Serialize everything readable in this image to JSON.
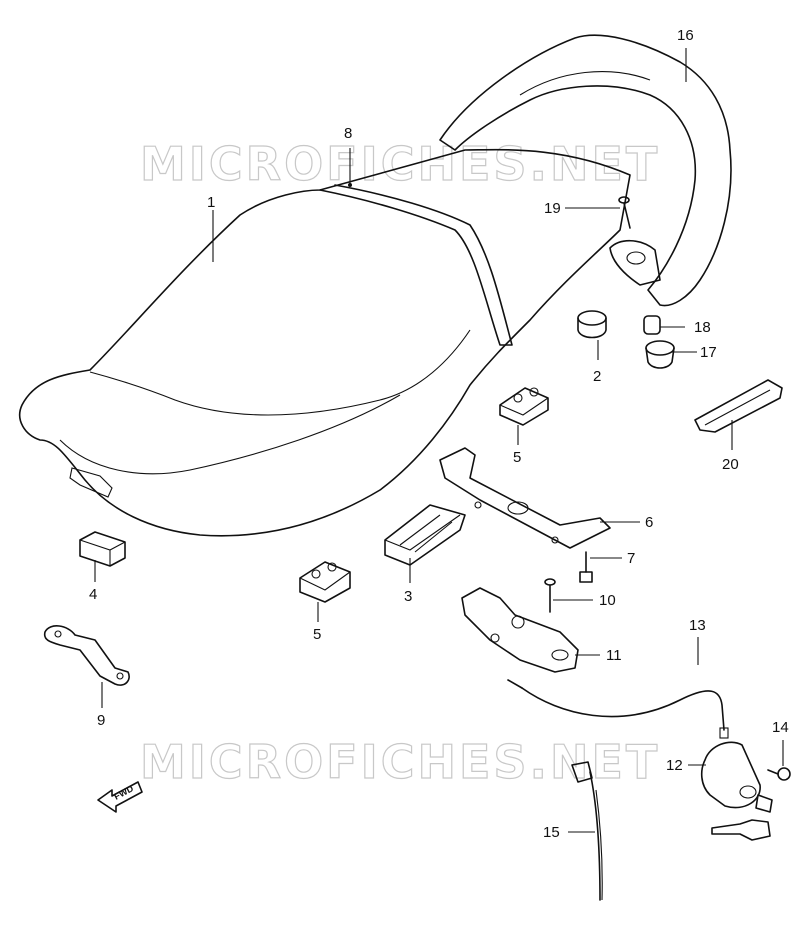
{
  "watermark": {
    "top_text": "MICROFICHES.NET",
    "bottom_text": "MICROFICHES.NET"
  },
  "fwd_label": "FWD",
  "callouts": {
    "c1": "1",
    "c2": "2",
    "c3": "3",
    "c4": "4",
    "c5a": "5",
    "c5b": "5",
    "c6": "6",
    "c7": "7",
    "c8": "8",
    "c9": "9",
    "c10": "10",
    "c11": "11",
    "c12": "12",
    "c13": "13",
    "c14": "14",
    "c15": "15",
    "c16": "16",
    "c17": "17",
    "c18": "18",
    "c19": "19",
    "c20": "20"
  }
}
